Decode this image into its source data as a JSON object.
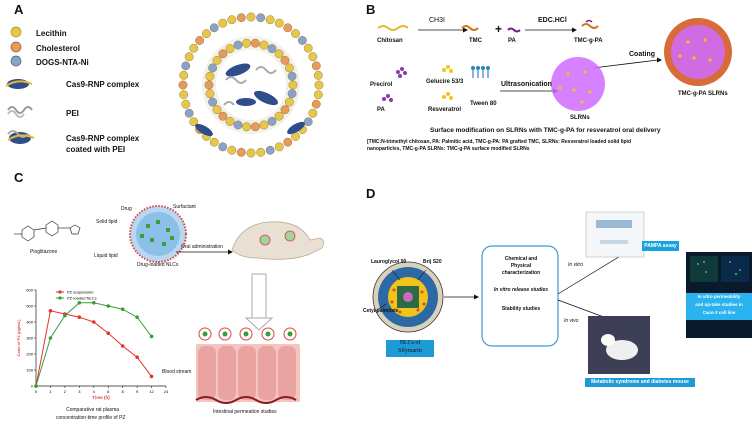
{
  "panels": {
    "a": {
      "label": "A",
      "legend": [
        "Lecithin",
        "Cholesterol",
        "DOGS-NTA-Ni",
        "Cas9-RNP complex",
        "PEI",
        "Cas9-RNP complex",
        "coated with PEI"
      ]
    },
    "b": {
      "label": "B",
      "chitosan": "Chitosan",
      "reagent1": "CH3I",
      "tmc": "TMC",
      "plus": "+",
      "pa": "PA",
      "reagent2": "EDC.HCl",
      "tmc_g_pa": "TMC-g-PA",
      "coating": "Coating",
      "precirol": "Precirol",
      "gelucire": "Gelucire 53/3",
      "pa2": "PA",
      "resveratrol": "Resveratrol",
      "tween": "Tween 80",
      "ultrasonication": "Ultrasonication",
      "slrns": "SLRNs",
      "product": "TMC-g-PA SLRNs",
      "title": "Surface modification on SLRNs with TMC-g-PA for resveratrol oral delivery",
      "footnote_line1": "[TMC:N-trimethyl chitosan, PA: Palmitic acid, TMC-g-PA: PA grafted TMC, SLRNs: Resveratrol loaded solid lipid",
      "footnote_line2": "nanoparticles, TMC-g-PA SLRNs: TMC-g-PA surface modified SLRNs"
    },
    "c": {
      "label": "C",
      "drug": "Drug",
      "solid_lipid": "Solid lipid",
      "surfactant": "Surfactant",
      "liquid_lipid": "Liquid lipid",
      "drug_loaded": "Drug-loaded NLCs",
      "pioglitazone": "Pioglitazone",
      "oral": "Oral administration",
      "blood": "Blood stream",
      "intestinal": "Intestinal permeation studies",
      "caption1": "Comparative rat plasma",
      "caption2": "concentration-time profile of PZ"
    },
    "d": {
      "label": "D",
      "lauroglycol": "Lauroglycol 90",
      "brij": "Brij S20",
      "cetyl": "Cetyl palmitate",
      "nlc_line1": "NLCs of",
      "nlc_line2": "Silymarin",
      "char1": "Chemical and",
      "char2": "Physical",
      "char3": "characterization",
      "release": "In vitro release studies",
      "stability": "Stability studies",
      "invitro": "In vitro",
      "invivo": "In vivo",
      "pampa": "PAMPA assay",
      "perm1": "In vitro permeability",
      "perm2": "and up-take studies in",
      "perm3": "Caco-2 cell line",
      "metabolic": "Metabolic syndrome and diabetes mouse model"
    }
  },
  "chart_data": {
    "type": "line",
    "x": [
      0,
      1,
      2,
      3,
      4,
      6,
      8,
      9,
      12
    ],
    "series": [
      {
        "name": "PZ suspension",
        "values": [
          0,
          470,
          450,
          430,
          400,
          330,
          250,
          180,
          60
        ]
      },
      {
        "name": "PZ-loaded NLCs",
        "values": [
          0,
          300,
          440,
          520,
          520,
          500,
          480,
          430,
          310
        ]
      }
    ],
    "ylabel": "Conc of PZ (ng/mL)",
    "xlabel": "Time (h)",
    "xticks": [
      "0",
      "1",
      "2",
      "3",
      "4",
      "6",
      "8",
      "9",
      "12",
      "24"
    ],
    "yticks": [
      "0",
      "100",
      "200",
      "300",
      "400",
      "500",
      "600"
    ],
    "ylim": [
      0,
      600
    ],
    "colors": {
      "PZ suspension": "#e0342c",
      "PZ-loaded NLCs": "#3a9d3a"
    }
  }
}
